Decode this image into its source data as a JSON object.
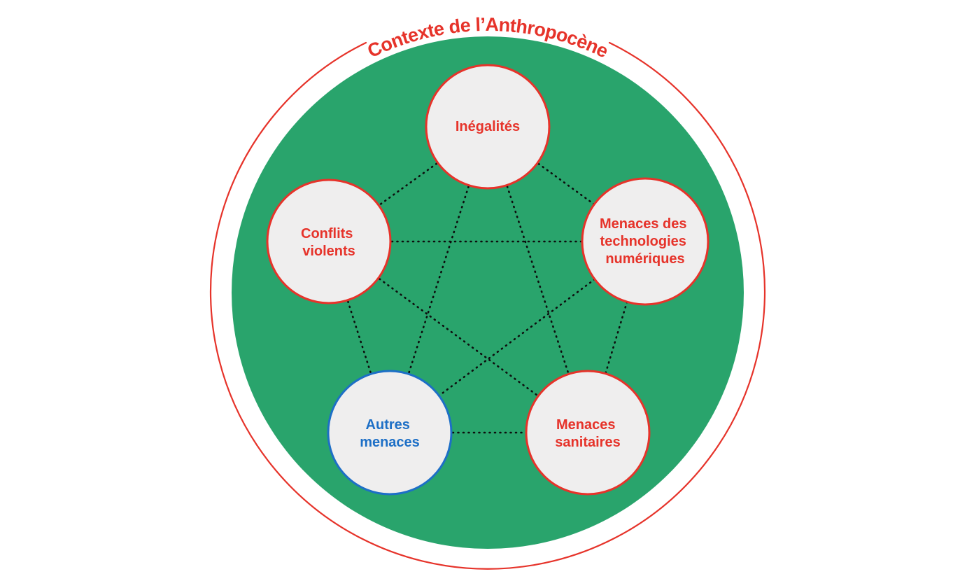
{
  "title": "Contexte de l’Anthropocène",
  "colors": {
    "accent_red": "#e6332a",
    "accent_blue": "#1d6fc6",
    "green_fill": "#29a46c",
    "node_fill": "#efeeee",
    "edge_color": "#0d0d0d",
    "background": "#ffffff"
  },
  "nodes": [
    {
      "id": "inegalites",
      "label": "Inégalités",
      "lines": [
        "Inégalités"
      ],
      "stroke": "red"
    },
    {
      "id": "conflits-violents",
      "label": "Conflits violents",
      "lines": [
        "Conflits",
        "violents"
      ],
      "stroke": "red"
    },
    {
      "id": "menaces-technologies",
      "label": "Menaces des technologies numériques",
      "lines": [
        "Menaces des",
        "technologies",
        "numériques"
      ],
      "stroke": "red"
    },
    {
      "id": "autres-menaces",
      "label": "Autres menaces",
      "lines": [
        "Autres",
        "menaces"
      ],
      "stroke": "blue"
    },
    {
      "id": "menaces-sanitaires",
      "label": "Menaces sanitaires",
      "lines": [
        "Menaces",
        "sanitaires"
      ],
      "stroke": "red"
    }
  ],
  "edges": [
    [
      "inegalites",
      "conflits-violents"
    ],
    [
      "inegalites",
      "menaces-technologies"
    ],
    [
      "inegalites",
      "autres-menaces"
    ],
    [
      "inegalites",
      "menaces-sanitaires"
    ],
    [
      "conflits-violents",
      "menaces-technologies"
    ],
    [
      "conflits-violents",
      "autres-menaces"
    ],
    [
      "conflits-violents",
      "menaces-sanitaires"
    ],
    [
      "menaces-technologies",
      "autres-menaces"
    ],
    [
      "menaces-technologies",
      "menaces-sanitaires"
    ],
    [
      "autres-menaces",
      "menaces-sanitaires"
    ]
  ]
}
